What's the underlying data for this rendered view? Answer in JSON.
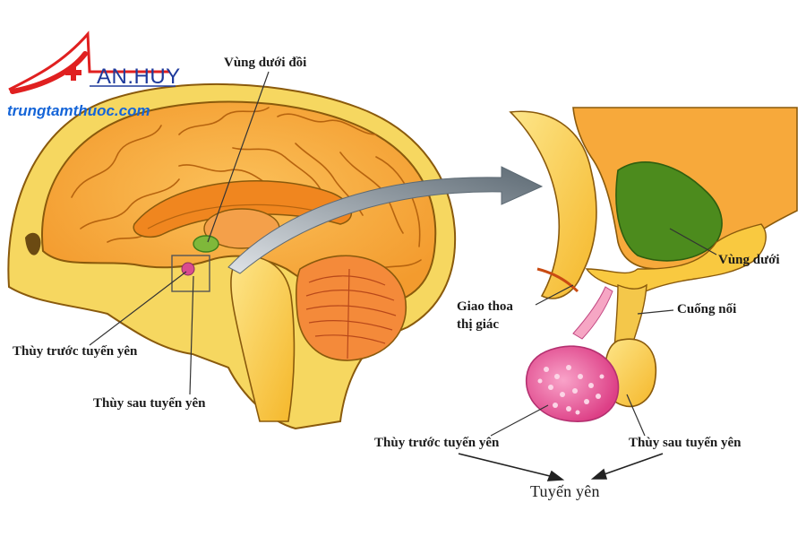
{
  "logo": {
    "brand": "AN.HUY",
    "site": "trungtamthuoc.com"
  },
  "labels": {
    "hypothalamus_left": "Vùng dưới đồi",
    "anterior_left": "Thùy trước tuyến yên",
    "posterior_left": "Thùy sau tuyến yên",
    "hypothalamus_right": "Vùng dưới",
    "optic_chiasm_line1": "Giao thoa",
    "optic_chiasm_line2": "thị giác",
    "stalk": "Cuống nối",
    "anterior_right": "Thùy trước tuyến yên",
    "posterior_right": "Thùy sau tuyến yên",
    "pituitary": "Tuyến yên"
  },
  "colors": {
    "outline": "#8a5a0c",
    "skull": "#f4d35e",
    "cortex": "#f7a93b",
    "hypothalamus": "#3f7d1a",
    "anterior_lobe": "#e8569a",
    "posterior_lobe": "#f2c02e",
    "arrow": "#6f7c86",
    "logo_red": "#e02020",
    "logo_blue": "#1e3a9c"
  }
}
